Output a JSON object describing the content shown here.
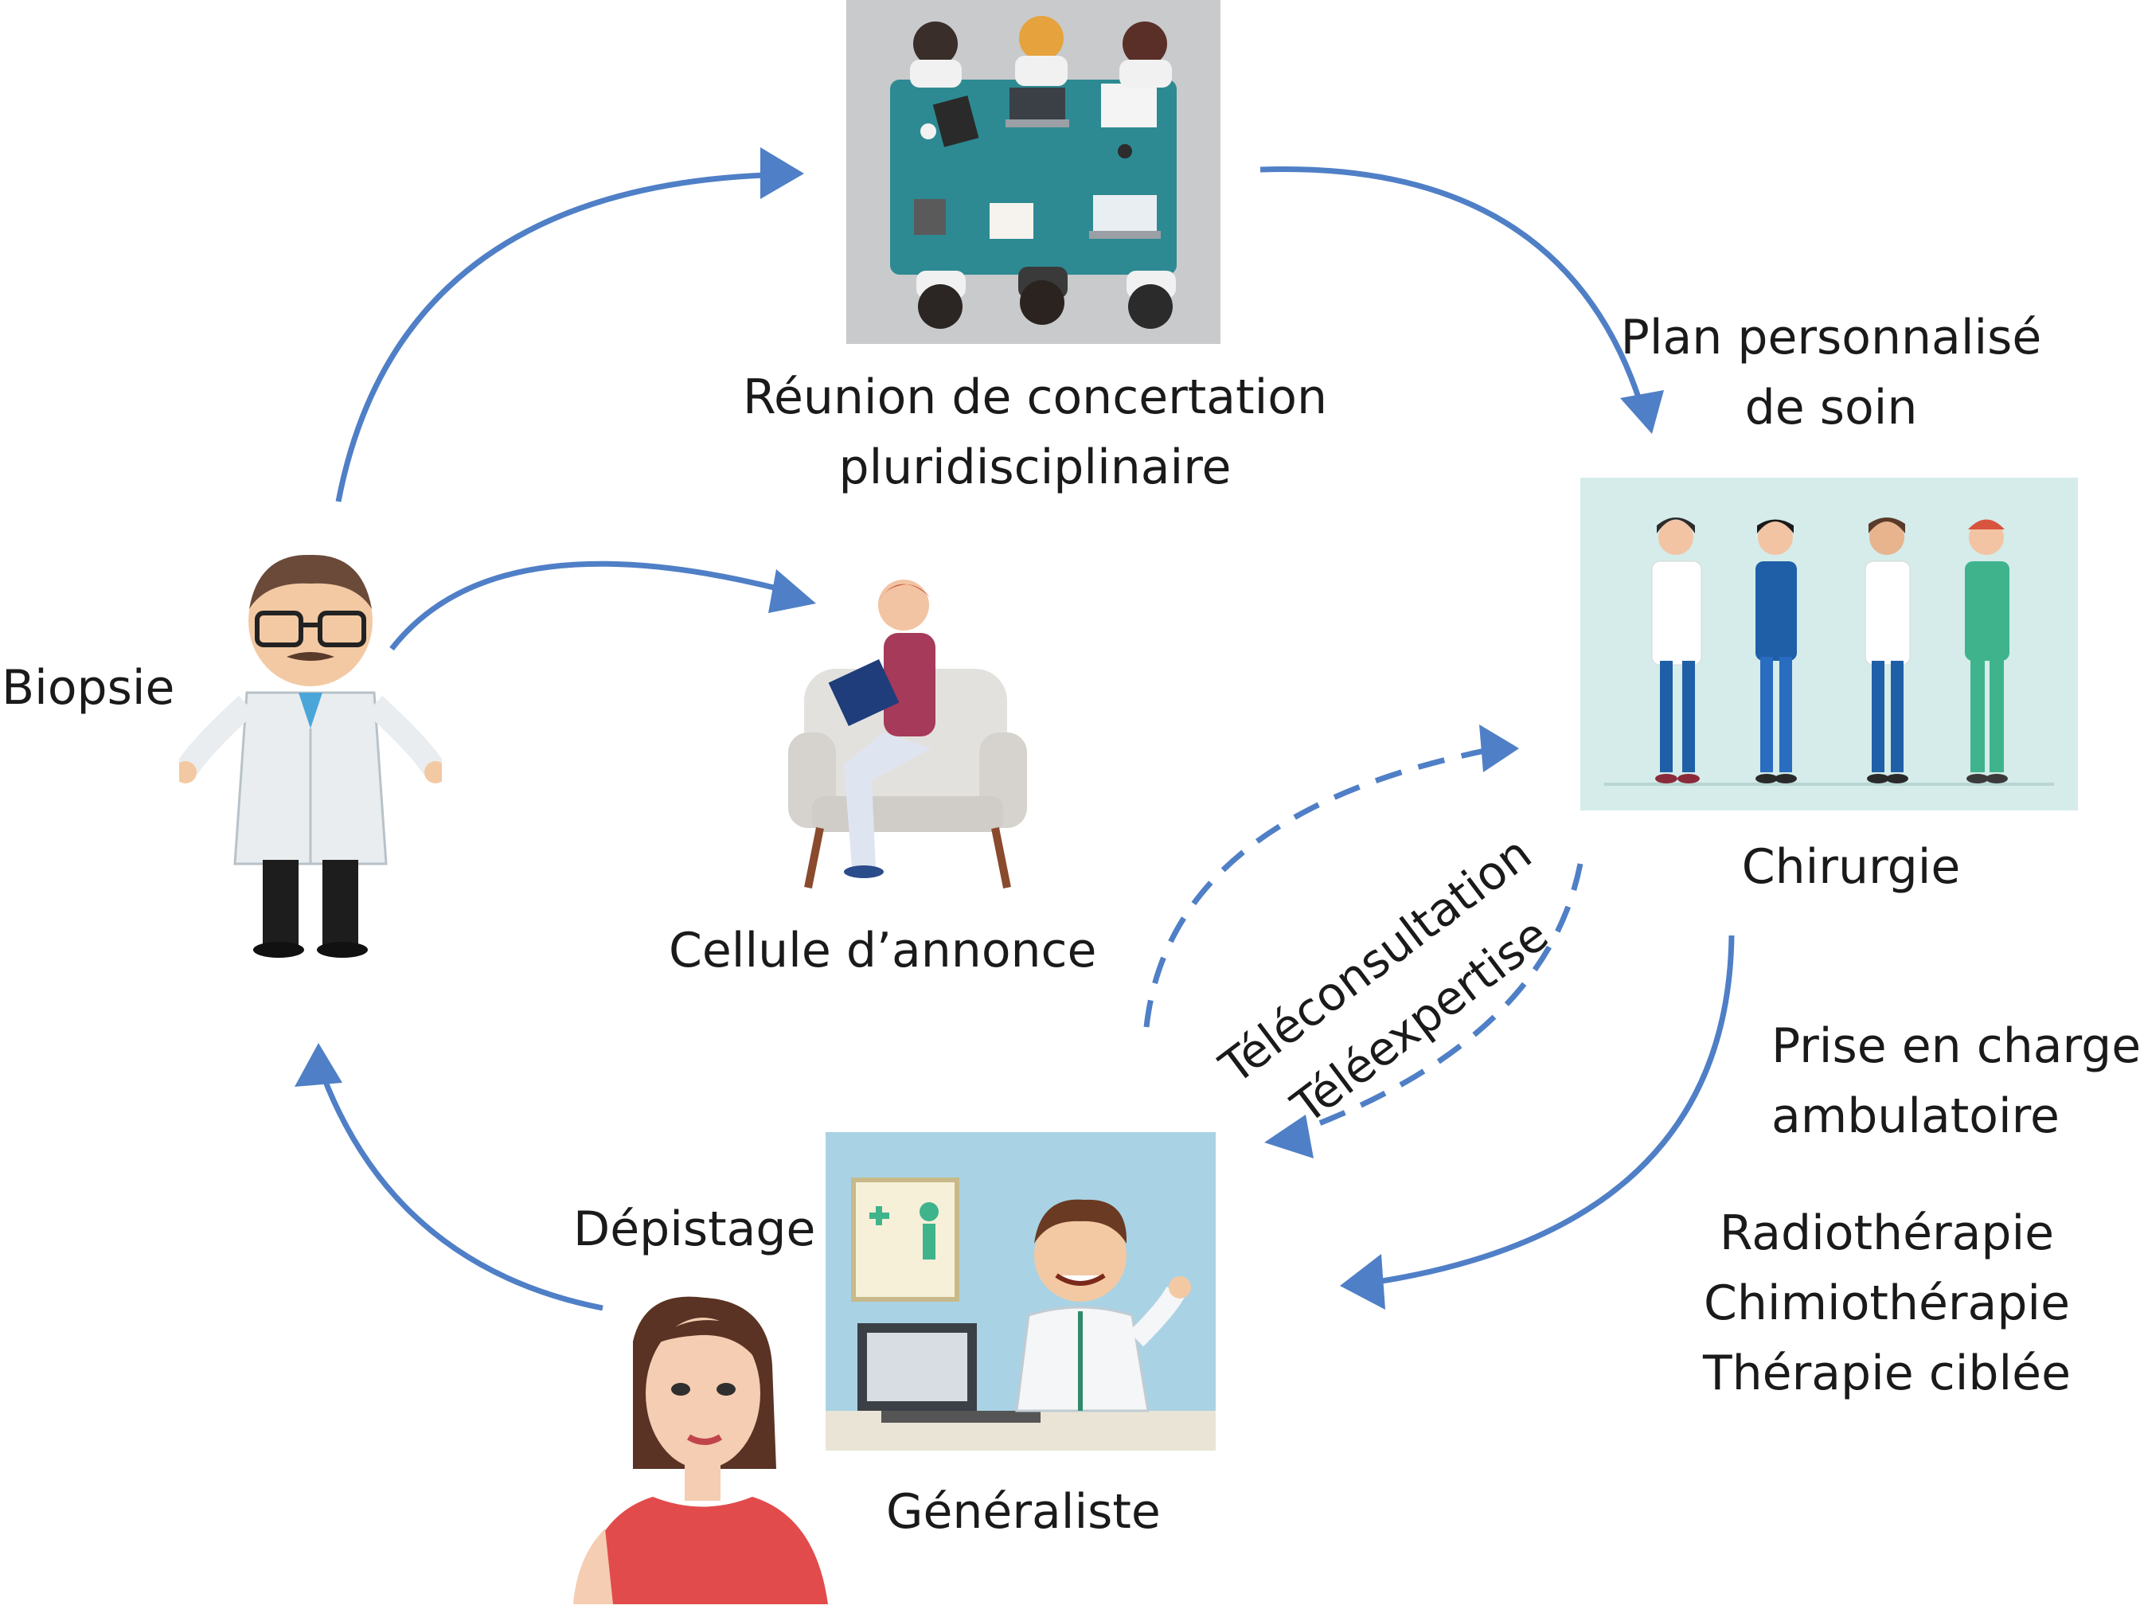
{
  "nodes": {
    "rcp": {
      "line1": "Réunion de concertation",
      "line2": "pluridisciplinaire"
    },
    "plan": {
      "line1": "Plan personnalisé",
      "line2": "de soin"
    },
    "biopsie": "Biopsie",
    "cellule": "Cellule d’annonce",
    "chirurgie": "Chirurgie",
    "ambulatoire": {
      "line1": "Prise en charge",
      "line2": "ambulatoire"
    },
    "therapies": [
      "Radiothérapie",
      "Chimiothérapie",
      "Thérapie ciblée"
    ],
    "depistage": "Dépistage",
    "generaliste": "Généraliste",
    "tele": {
      "line1": "Téléconsultation",
      "line2": "Téléexpertise"
    }
  },
  "colors": {
    "arrow": "#4f7fc6",
    "table": "#2d8a92",
    "meeting_bg": "#c8cacb",
    "team_bg": "#d5ecea",
    "office_bg": "#a9d3e4"
  },
  "icons": [
    "meeting-table-illustration",
    "medical-team-illustration",
    "doctor-illustration",
    "patient-armchair-illustration",
    "general-practitioner-office-illustration",
    "woman-patient-illustration"
  ]
}
